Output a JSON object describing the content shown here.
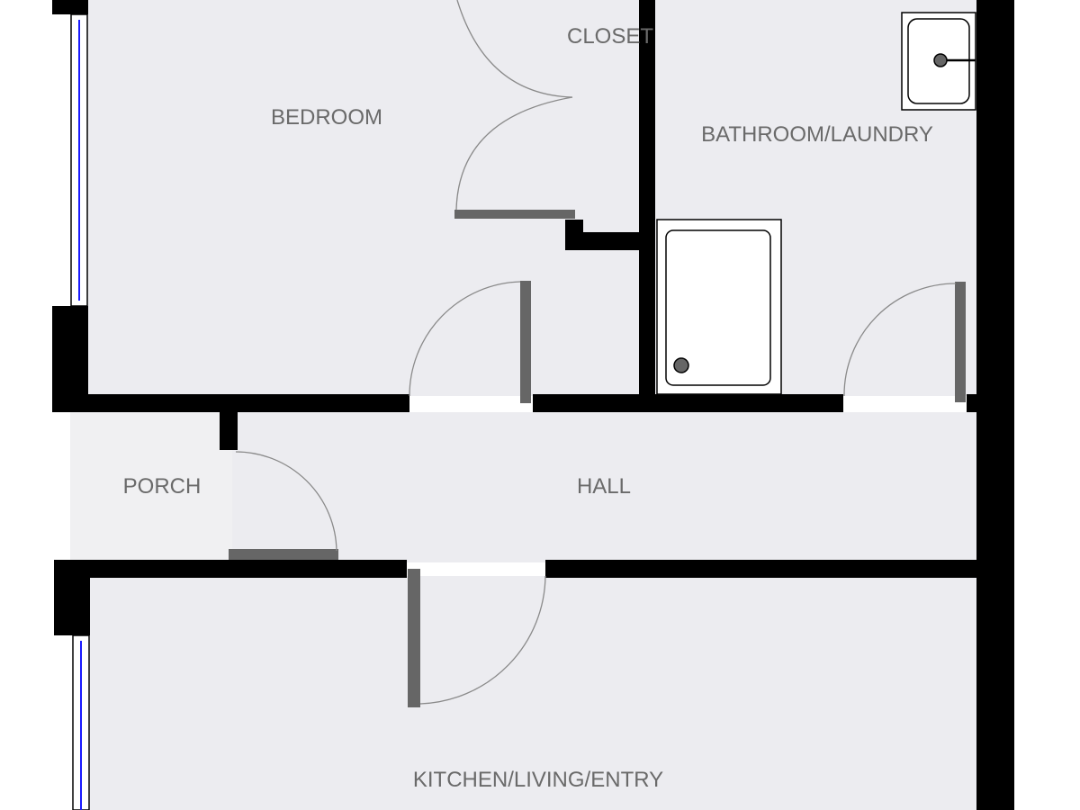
{
  "rooms": {
    "bedroom": "BEDROOM",
    "closet": "CLOSET",
    "bathroom_laundry": "BATHROOM/LAUNDRY",
    "porch": "PORCH",
    "hall": "HALL",
    "kitchen_living_entry": "KITCHEN/LIVING/ENTRY"
  },
  "colors": {
    "floor": "#ececf0",
    "wall": "#000000",
    "door": "#666666",
    "window_glass": "#1a1aff",
    "label": "#6a6a6a"
  }
}
